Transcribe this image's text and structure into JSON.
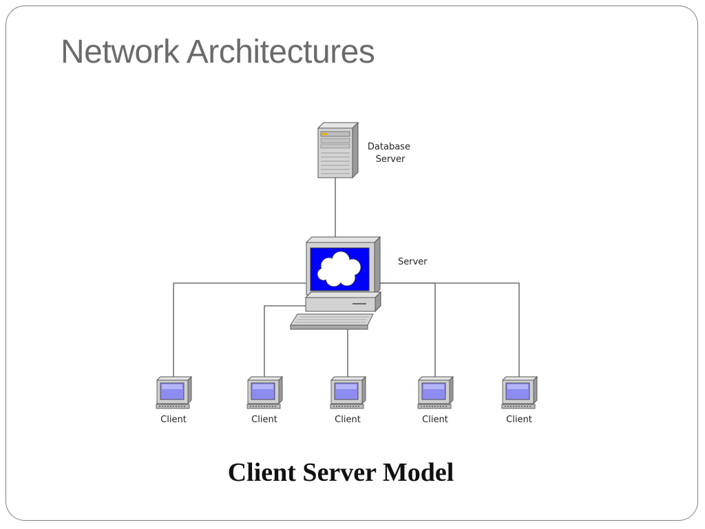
{
  "slide": {
    "title": "Network Architectures",
    "caption": "Client Server Model"
  },
  "diagram": {
    "nodes": [
      {
        "id": "database-server",
        "icon": "database-server-icon",
        "label_lines": [
          "Database",
          "Server"
        ]
      },
      {
        "id": "server",
        "icon": "server-computer-icon",
        "label": "Server"
      },
      {
        "id": "client-1",
        "icon": "client-computer-icon",
        "label": "Client"
      },
      {
        "id": "client-2",
        "icon": "client-computer-icon",
        "label": "Client"
      },
      {
        "id": "client-3",
        "icon": "client-computer-icon",
        "label": "Client"
      },
      {
        "id": "client-4",
        "icon": "client-computer-icon",
        "label": "Client"
      },
      {
        "id": "client-5",
        "icon": "client-computer-icon",
        "label": "Client"
      }
    ],
    "connections": [
      [
        "database-server",
        "server"
      ],
      [
        "server",
        "client-1"
      ],
      [
        "server",
        "client-2"
      ],
      [
        "server",
        "client-3"
      ],
      [
        "server",
        "client-4"
      ],
      [
        "server",
        "client-5"
      ]
    ],
    "colors": {
      "screen_blue": "#0000ff",
      "client_screen": "#8c8cf0",
      "case_gray": "#c8c8c8",
      "line": "#555555"
    }
  }
}
